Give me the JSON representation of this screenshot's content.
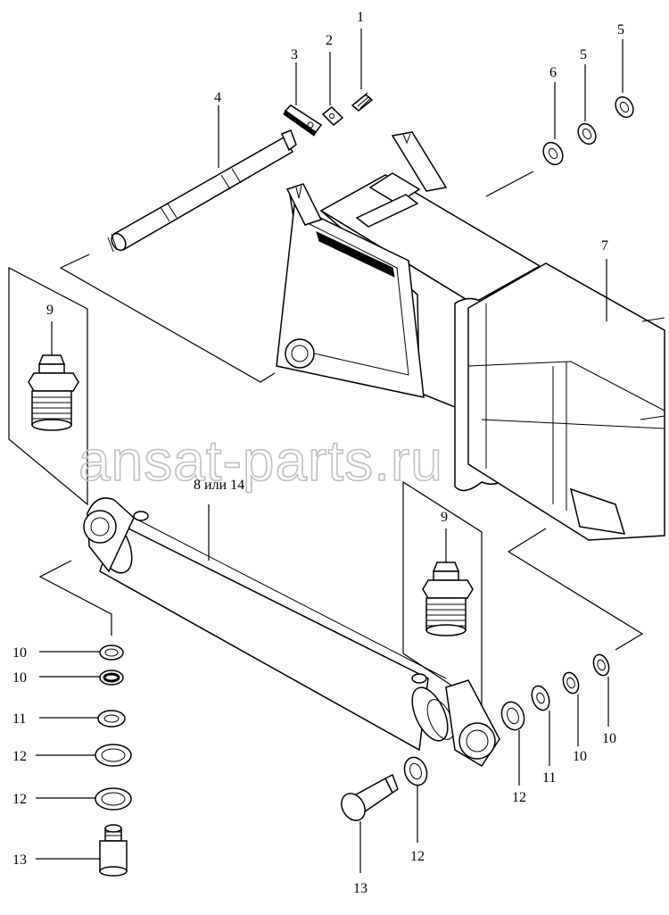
{
  "watermark": "ansat-parts.ru",
  "callouts": {
    "c1": "1",
    "c2": "2",
    "c3": "3",
    "c4": "4",
    "c5a": "5",
    "c5b": "5",
    "c6": "6",
    "c7": "7",
    "c8": "8 или 14",
    "c9a": "9",
    "c9b": "9",
    "c10a": "10",
    "c10b": "10",
    "c10c": "10",
    "c10d": "10",
    "c11a": "11",
    "c11b": "11",
    "c12a": "12",
    "c12b": "12",
    "c12c": "12",
    "c12d": "12",
    "c13a": "13",
    "c13b": "13"
  }
}
